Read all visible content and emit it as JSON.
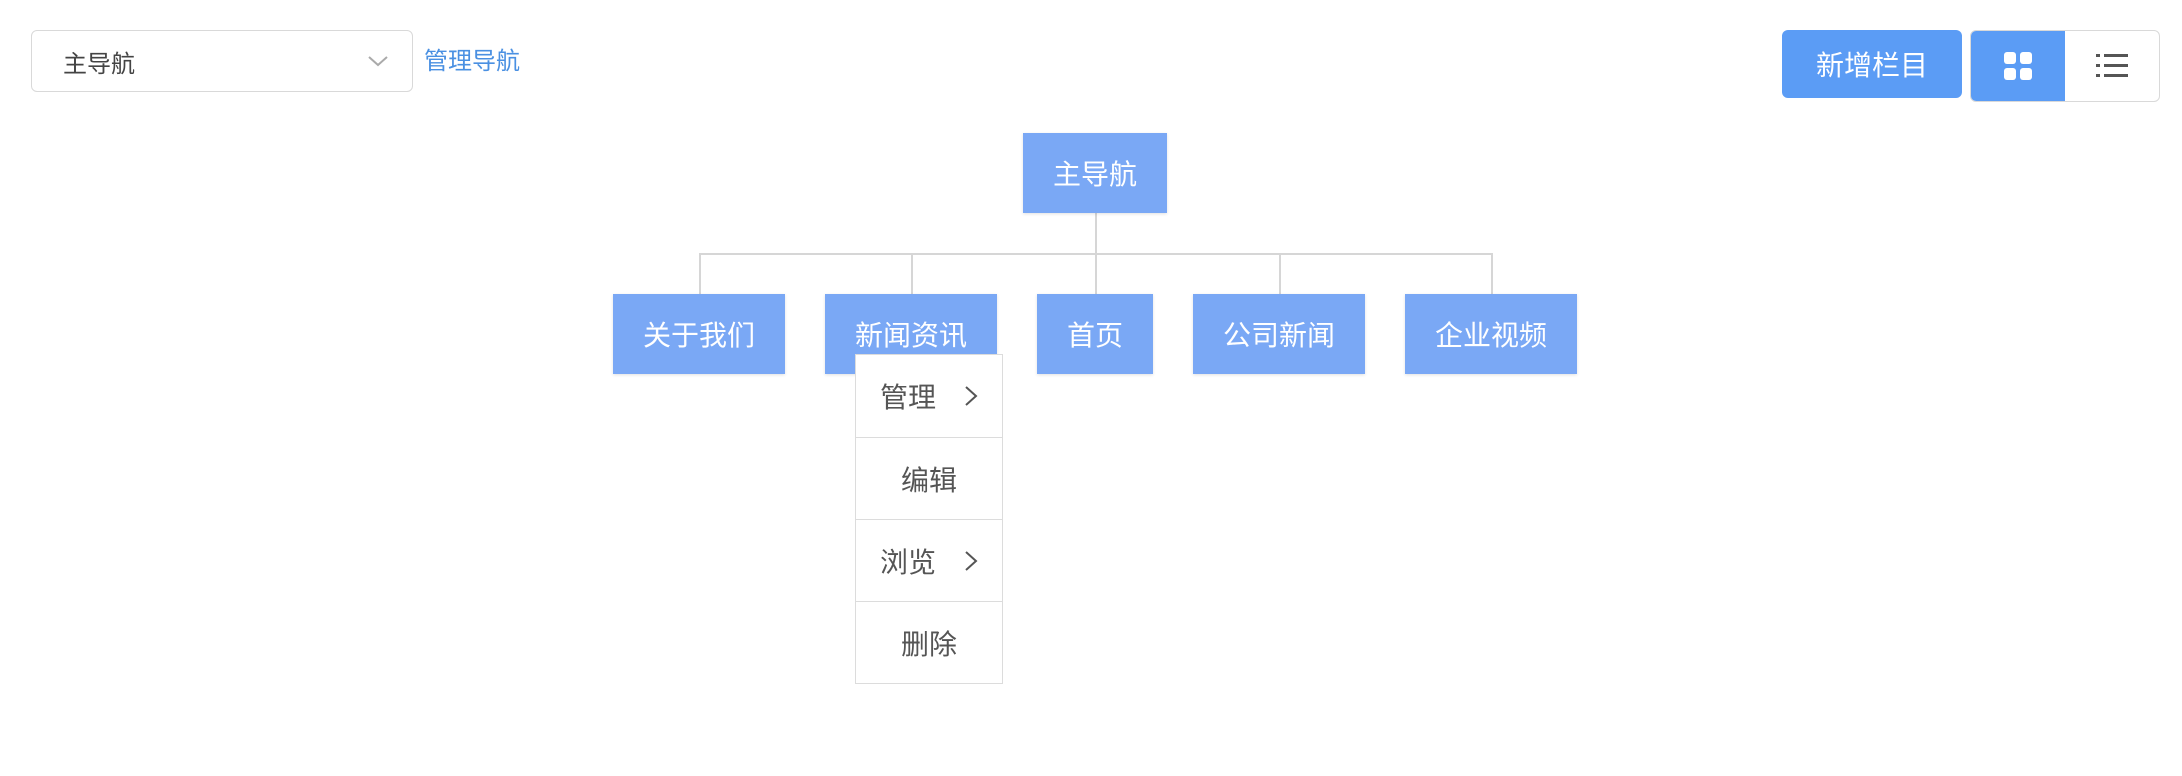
{
  "selector": {
    "value": "主导航",
    "link_label": "管理导航"
  },
  "toolbar": {
    "add_label": "新增栏目"
  },
  "tree": {
    "root": "主导航",
    "children": [
      "关于我们",
      "新闻资讯",
      "首页",
      "公司新闻",
      "企业视频"
    ]
  },
  "context_menu": {
    "items": [
      {
        "label": "管理",
        "has_submenu": true
      },
      {
        "label": "编辑",
        "has_submenu": false
      },
      {
        "label": "浏览",
        "has_submenu": true
      },
      {
        "label": "删除",
        "has_submenu": false
      }
    ]
  },
  "colors": {
    "accent": "#5b9cf5",
    "node": "#7aa8f5",
    "link": "#4a90e2"
  },
  "icons": {
    "select_arrow": "chevron-down-icon",
    "grid_view": "grid-icon",
    "list_view": "list-icon",
    "submenu_arrow": "chevron-right-icon"
  }
}
